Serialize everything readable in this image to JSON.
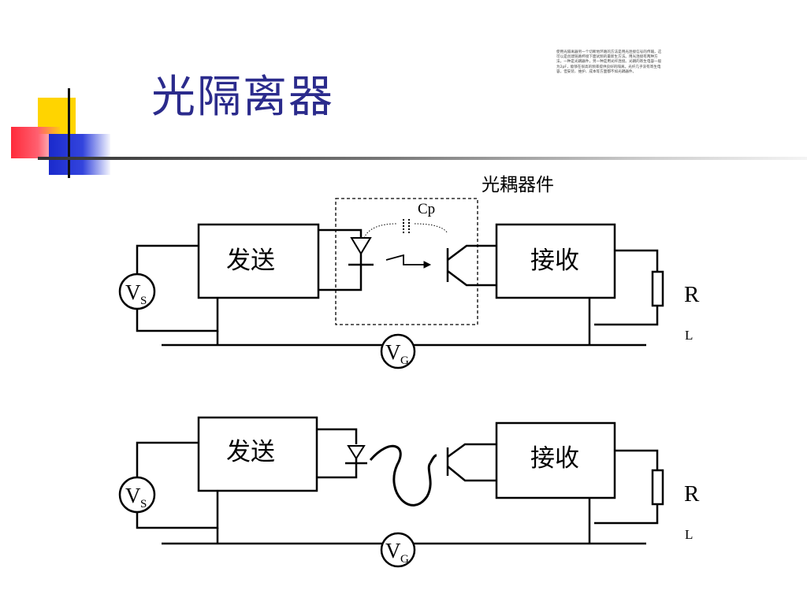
{
  "slide": {
    "title": "光隔离器",
    "note": "使用光隔离器另一个切断地环路的方法是用光连接信号的传输，这可以是创建链路杯接下面试频的最新生方法。用光连接有两种方法，一种是光耦器件，另一种是用光纤连接。光耦的寄生电容一般为2pF，能够在很高的频率提供良好的隔离。光纤几乎没有寄生电容，但安装、维护、成本等方面都不如光耦器件。"
  },
  "diagram1": {
    "coupler_label": "光耦器件",
    "cap_label": "Cp",
    "sender_label": "发送",
    "receiver_label": "接收",
    "vs_main": "V",
    "vs_sub": "S",
    "vg_main": "V",
    "vg_sub": "G",
    "rl_main": "R",
    "rl_sub": "L"
  },
  "diagram2": {
    "sender_label": "发送",
    "receiver_label": "接收",
    "vs_main": "V",
    "vs_sub": "S",
    "vg_main": "V",
    "vg_sub": "G",
    "rl_main": "R",
    "rl_sub": "L"
  },
  "colors": {
    "title": "#2b2b8c",
    "deco_yellow": "#ffd400",
    "deco_red": "#ff3344",
    "deco_blue": "#2233cc"
  }
}
